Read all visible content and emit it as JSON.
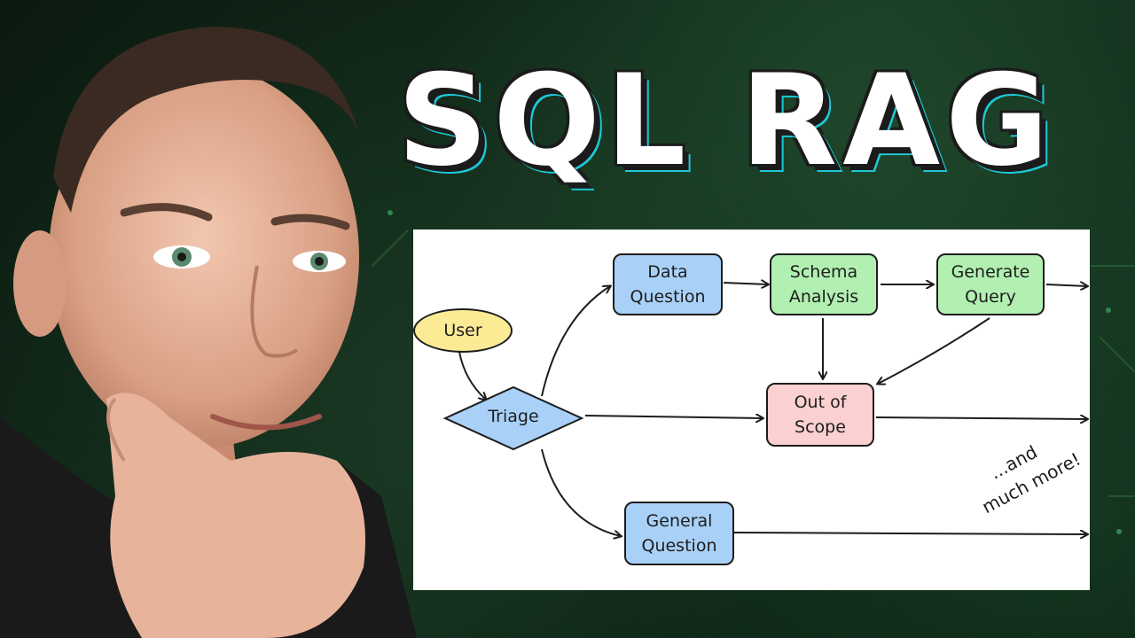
{
  "title": "SQL RAG",
  "diagram": {
    "nodes": {
      "user": "User",
      "triage": "Triage",
      "data_question": "Data\nQuestion",
      "schema_analysis": "Schema\nAnalysis",
      "generate_query": "Generate\nQuery",
      "out_of_scope": "Out of\nScope",
      "general_question": "General\nQuestion"
    },
    "note_line1": "...and",
    "note_line2": "much more!"
  },
  "colors": {
    "blue_node": "#a9d1f7",
    "green_node": "#b2f0b2",
    "pink_node": "#fbd0d0",
    "yellow_node": "#fbeb95",
    "title_shadow": "#1ec8d6"
  }
}
